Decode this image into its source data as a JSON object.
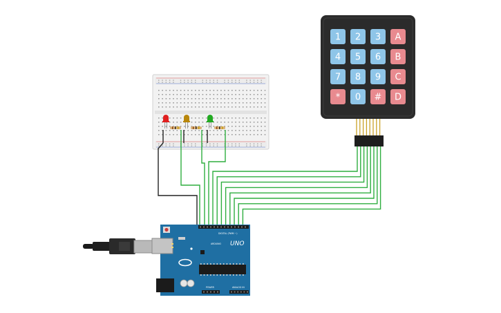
{
  "keypad": {
    "rows": [
      [
        "1",
        "2",
        "3",
        "A"
      ],
      [
        "4",
        "5",
        "6",
        "B"
      ],
      [
        "7",
        "8",
        "9",
        "C"
      ],
      [
        "*",
        "0",
        "#",
        "D"
      ]
    ],
    "number_key_color": "#8ec5e8",
    "letter_key_color": "#e88a8f",
    "body_color": "#2b2b2b"
  },
  "arduino": {
    "model_label": "UNO",
    "brand_label": "ARDUINO",
    "digital_header_label": "DIGITAL (PWM ~)",
    "power_header_label": "POWER",
    "analog_header_label": "ANALOG IN",
    "board_color": "#1f6fa3"
  },
  "leds": [
    {
      "name": "red",
      "color": "#e02020"
    },
    {
      "name": "yellow",
      "color": "#b8860b"
    },
    {
      "name": "green",
      "color": "#22aa22"
    }
  ],
  "wire_colors": {
    "signal": "#2eae3f",
    "ground": "#222222"
  }
}
